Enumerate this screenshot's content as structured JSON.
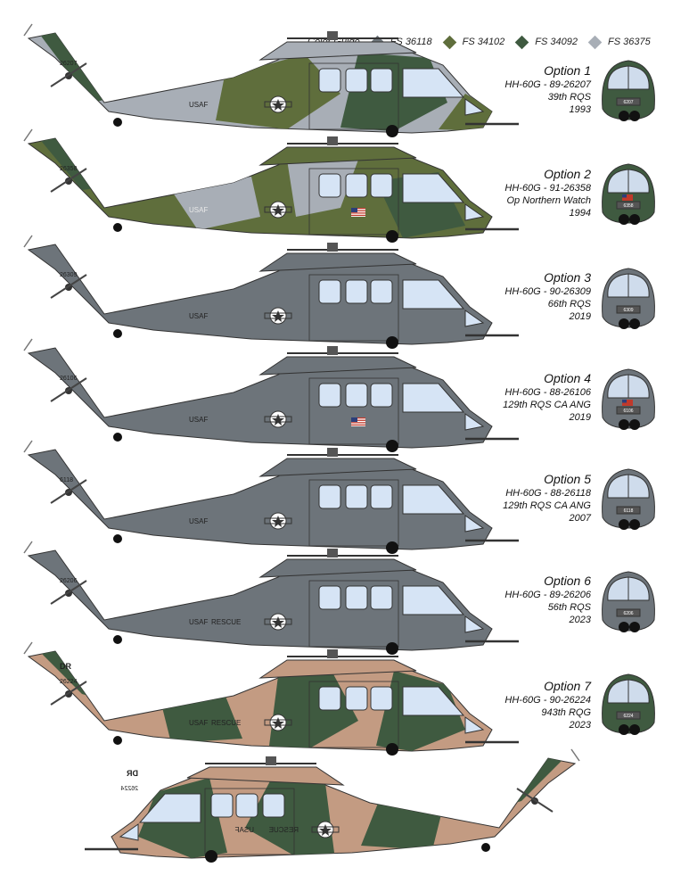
{
  "legend": {
    "title": "Color Guide",
    "colors": [
      {
        "code": "FS 36118",
        "hex": "#6d747a"
      },
      {
        "code": "FS 34102",
        "hex": "#5f6e3c"
      },
      {
        "code": "FS 34092",
        "hex": "#3f5a40"
      },
      {
        "code": "FS 36375",
        "hex": "#a8aeb6"
      }
    ]
  },
  "options": [
    {
      "title": "Option 1",
      "line1": "HH-60G - 89-26207",
      "line2": "39th RQS",
      "line3": "1993",
      "scheme": "green-grey",
      "tail": "26207",
      "front_serial": "6207",
      "flag": false
    },
    {
      "title": "Option 2",
      "line1": "HH-60G - 91-26358",
      "line2": "Op Northern Watch",
      "line3": "1994",
      "scheme": "green-camo",
      "tail": "26358",
      "front_serial": "6358",
      "flag": true
    },
    {
      "title": "Option 3",
      "line1": "HH-60G - 90-26309",
      "line2": "66th RQS",
      "line3": "2019",
      "scheme": "grey",
      "tail": "26309",
      "front_serial": "6309",
      "flag": false
    },
    {
      "title": "Option 4",
      "line1": "HH-60G - 88-26106",
      "line2": "129th RQS CA ANG",
      "line3": "2019",
      "scheme": "grey",
      "tail": "26106",
      "front_serial": "6106",
      "flag": true
    },
    {
      "title": "Option 5",
      "line1": "HH-60G - 88-26118",
      "line2": "129th RQS CA ANG",
      "line3": "2007",
      "scheme": "grey",
      "tail": "6118",
      "front_serial": "6118",
      "flag": false
    },
    {
      "title": "Option 6",
      "line1": "HH-60G - 89-26206",
      "line2": "56th RQS",
      "line3": "2023",
      "scheme": "grey",
      "tail": "26206",
      "front_serial": "6206",
      "flag": false
    },
    {
      "title": "Option 7",
      "line1": "HH-60G - 90-26224",
      "line2": "943th RQG",
      "line3": "2023",
      "scheme": "desert",
      "tail": "26224",
      "front_serial": "6224",
      "flag": false
    }
  ],
  "markings": {
    "usaf": "USAF",
    "rescue": "RESCUE",
    "dr": "DR"
  }
}
